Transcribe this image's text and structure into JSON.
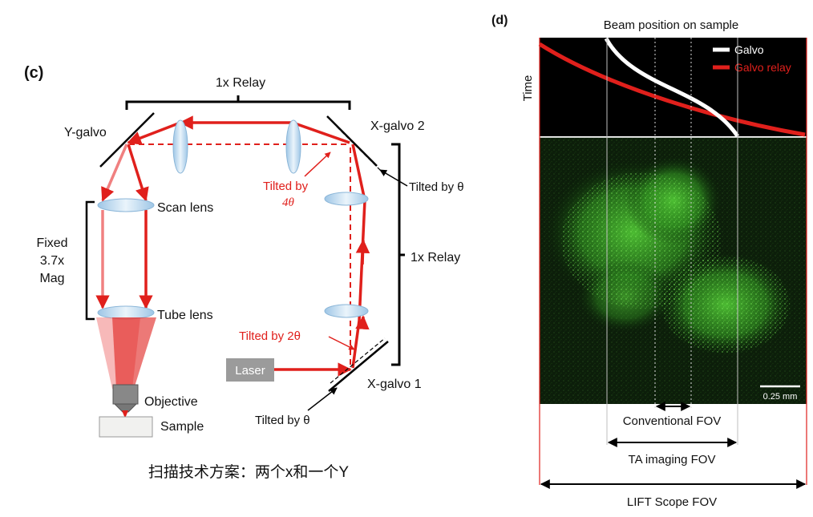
{
  "panel_c": {
    "panel_label": "(c)",
    "relay_top": "1x Relay",
    "relay_right": "1x Relay",
    "y_galvo": "Y-galvo",
    "x_galvo_2": "X-galvo 2",
    "x_galvo_1": "X-galvo 1",
    "tilted_4": "Tilted by",
    "tilted_4_value": "4θ",
    "tilted_2": "Tilted by 2θ",
    "tilted_theta_right": "Tilted by θ",
    "tilted_theta_bottom": "Tilted by θ",
    "scan_lens": "Scan lens",
    "tube_lens": "Tube lens",
    "fixed_line1": "Fixed",
    "fixed_line2": "3.7x",
    "fixed_line3": "Mag",
    "objective": "Objective",
    "sample": "Sample",
    "laser": "Laser",
    "caption": "扫描技术方案：两个x和一个Y"
  },
  "panel_d": {
    "panel_label": "(d)",
    "title": "Beam position on sample",
    "time_axis": "Time",
    "legend_galvo": "Galvo",
    "legend_galvo_relay": "Galvo relay",
    "scale_bar": "0.25 mm",
    "conventional_fov": "Conventional FOV",
    "ta_fov": "TA imaging FOV",
    "lift_fov": "LIFT Scope FOV"
  },
  "colors": {
    "beam_red": "#e0201c",
    "beam_pink": "#f08080",
    "lens_blue": "#bcd9ef",
    "fluorescence_green": "#3fae2a",
    "laser_box": "#9b9b9b"
  }
}
